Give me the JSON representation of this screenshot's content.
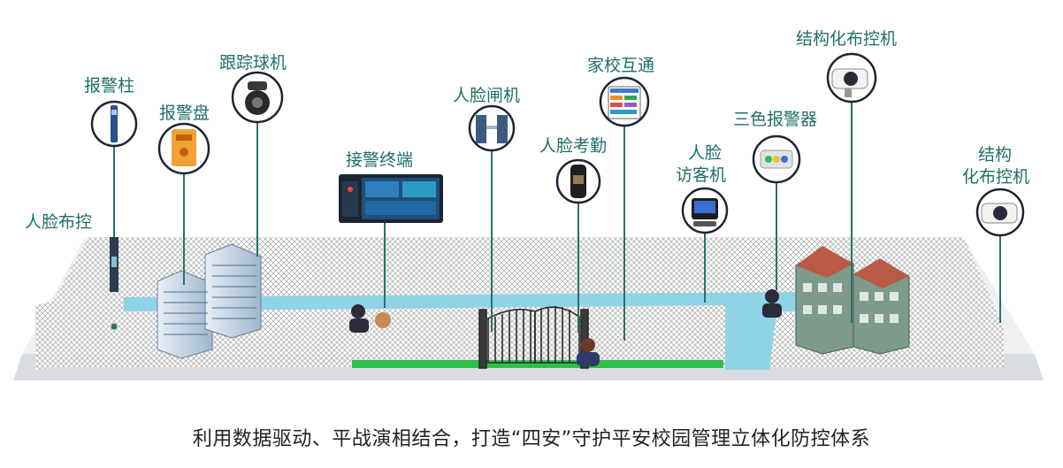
{
  "labels": {
    "face_deploy": "人脸布控",
    "alarm_column": "报警柱",
    "alarm_panel": "报警盘",
    "tracking_dome_camera": "跟踪球机",
    "alarm_terminal": "接警终端",
    "face_gate": "人脸闸机",
    "home_school": "家校互通",
    "face_attendance": "人脸考勤",
    "face_visitor_line1": "人脸",
    "face_visitor_line2": "访客机",
    "tricolor_alarm": "三色报警器",
    "structured_camera_top": "结构化布控机",
    "structured_camera_right_line1": "结构",
    "structured_camera_right_line2": "化布控机"
  },
  "caption": "利用数据驱动、平战演相结合，打造“四安”守护平安校园管理立体化防控体系",
  "colors": {
    "label_text": "#1f6f6a",
    "connector": "#2e6f6b",
    "callout_ring": "#1c2530",
    "road": "#8fd3e6",
    "lawn": "#2fbf4a",
    "ground": "#e9ecef"
  }
}
